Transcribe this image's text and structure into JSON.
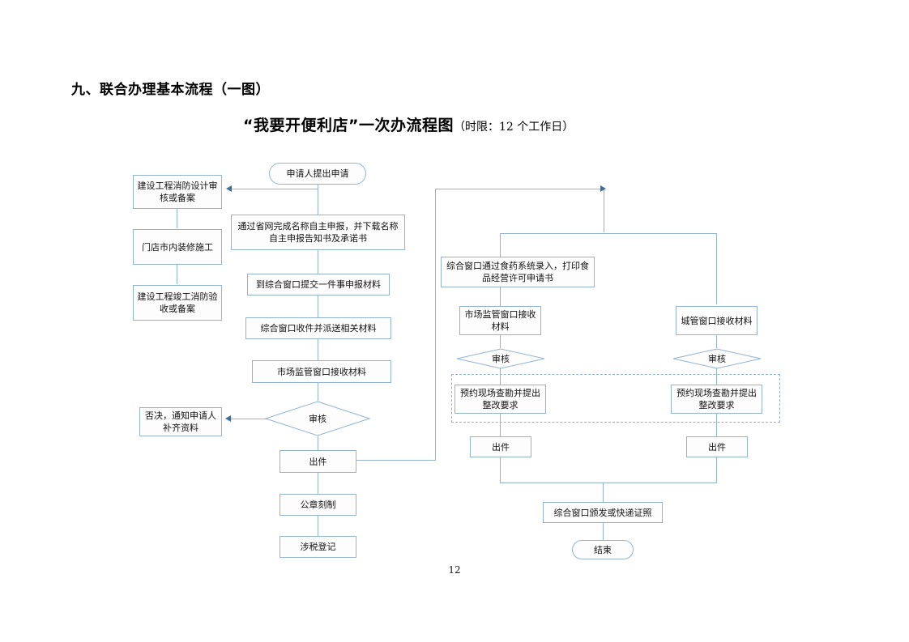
{
  "document": {
    "section_heading": "九、联合办理基本流程（一图）",
    "chart_title_main": "“我要开便利店”一次办流程图",
    "chart_title_note": "（时限：12 个工作日）",
    "page_number": "12"
  },
  "theme": {
    "node_border": "#93b4d1",
    "node_fill": "#fdfdfd",
    "connector": "#93b4d1",
    "arrow_head": "#3f6e9e",
    "text": "#111111",
    "dashed_border": "#8fb2d4"
  },
  "flowchart": {
    "type": "flowchart",
    "nodes": {
      "start": "申请人提出申请",
      "fire_design": "建设工程消防设计审核或备案",
      "store_renovation": "门店市内装修施工",
      "fire_acceptance": "建设工程竣工消防验收或备案",
      "provincial_name": "通过省网完成名称自主申报，并下载名称自主申报告知书及承诺书",
      "submit_window": "到综合窗口提交一件事申报材料",
      "window_receive_dispatch": "综合窗口收件并派送相关材料",
      "market_window_receive_1": "市场监管窗口接收材料",
      "review_1": "审核",
      "reject_notice": "否决，通知申请人补齐资料",
      "issue_1": "出件",
      "seal_engraving": "公章刻制",
      "tax_registration": "涉税登记",
      "food_drug_entry": "综合窗口通过食药系统录入，打印食品经营许可申请书",
      "market_window_receive_2": "市场监管窗口接收材料",
      "urban_window_receive": "城管窗口接收材料",
      "review_2": "审核",
      "review_3": "审核",
      "site_survey_1": "预约现场查勘并提出整改要求",
      "site_survey_2": "预约现场查勘并提出整改要求",
      "issue_2": "出件",
      "issue_3": "出件",
      "issue_certificate": "综合窗口颁发或快递证照",
      "end": "结束"
    }
  }
}
